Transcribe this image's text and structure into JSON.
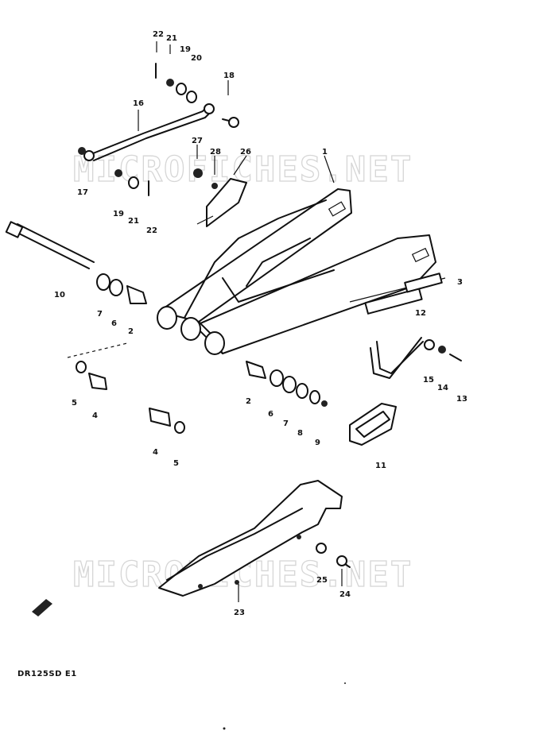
{
  "diagram": {
    "watermark": "MICROFICHES.NET",
    "code": "DR125SD E1",
    "labels": [
      "1",
      "2",
      "3",
      "4",
      "5",
      "6",
      "7",
      "8",
      "9",
      "10",
      "11",
      "12",
      "13",
      "14",
      "15",
      "16",
      "17",
      "18",
      "19",
      "20",
      "21",
      "22",
      "23",
      "24",
      "25",
      "26",
      "27",
      "28"
    ],
    "callouts": [
      "22",
      "21",
      "19",
      "20",
      "18",
      "16",
      "1",
      "17",
      "27",
      "28",
      "26",
      "19",
      "21",
      "22",
      "10",
      "7",
      "6",
      "2",
      "3",
      "12",
      "5",
      "4",
      "2",
      "6",
      "7",
      "8",
      "9",
      "15",
      "14",
      "13",
      "4",
      "5",
      "11",
      "25",
      "24",
      "23"
    ]
  }
}
